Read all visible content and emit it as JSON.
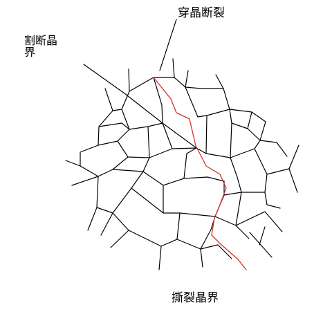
{
  "labels": {
    "transgranular_fracture": "穿晶断裂",
    "cut_grain_boundary": "割断晶界",
    "torn_grain_boundary": "撕裂晶界"
  },
  "colors": {
    "grain_boundary": "#000000",
    "crack_path": "#d0322a",
    "background": "#ffffff"
  }
}
